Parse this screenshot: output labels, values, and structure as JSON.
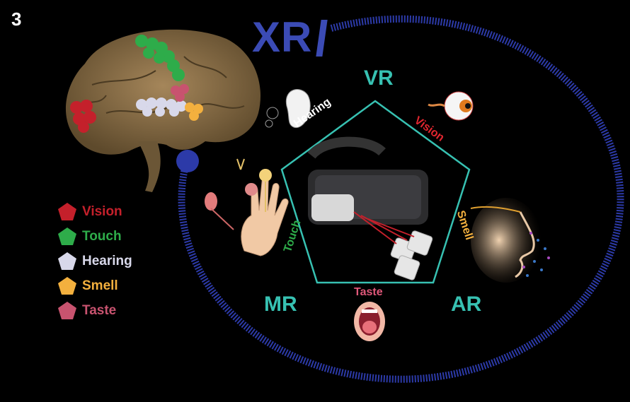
{
  "panel_number": "3",
  "title": "XR",
  "modes": {
    "vr": "VR",
    "mr": "MR",
    "ar": "AR"
  },
  "senses": {
    "hearing": "Hearing",
    "vision": "Vision",
    "touch": "Touch",
    "smell": "Smell",
    "taste": "Taste"
  },
  "legend": [
    {
      "label": "Vision",
      "color": "#c4202b"
    },
    {
      "label": "Touch",
      "color": "#2eac4a"
    },
    {
      "label": "Hearing",
      "color": "#d8d8ea"
    },
    {
      "label": "Smell",
      "color": "#f3b03e"
    },
    {
      "label": "Taste",
      "color": "#c8536f"
    }
  ],
  "colors": {
    "ring": "#2c3aa8",
    "pentagon": "#37c1b2",
    "vision": "#e0262f",
    "touch": "#2eac4a",
    "hearing": "#ffffff",
    "smell": "#f3b03e",
    "taste": "#e0587a"
  }
}
